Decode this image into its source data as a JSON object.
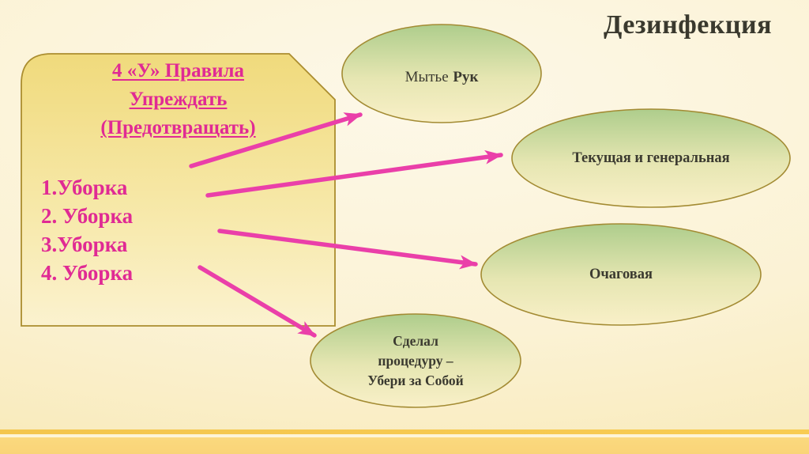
{
  "slide": {
    "title": "Дезинфекция",
    "rules_box": {
      "heading_lines": [
        "4 «У» Правила",
        "Упреждать",
        "(Предотвращать)"
      ],
      "items": [
        "1.Уборка",
        "2. Уборка",
        "3.Уборка",
        "4. Уборка"
      ]
    },
    "nodes": {
      "hand_washing": {
        "regular": "Мытье",
        "bold": "Рук"
      },
      "current_general": {
        "label": "Текущая и генеральная"
      },
      "focal": {
        "label": "Очаговая"
      },
      "after_procedure": {
        "lines": [
          "Сделал",
          "процедуру –",
          "Убери за Собой"
        ]
      }
    },
    "colors": {
      "background_center": "#fdf8e8",
      "background_edge": "#f7e7b2",
      "title_text": "#3a392e",
      "accent_pink_text": "#e02a94",
      "accent_pink_arrow": "#ea3fa9",
      "box_fill_top": "#f0da7c",
      "box_fill_bottom": "#fbf2cf",
      "box_border": "#ab8d2f",
      "ellipse_fill_top": "#aecd8c",
      "ellipse_fill_bottom": "#f9f0c8",
      "ellipse_border": "#a38b33",
      "node_text": "#3b3a30",
      "footer_gold": "#f6c94e",
      "footer_light": "#fdf4d8",
      "footer_band": "#fbd87d"
    }
  }
}
